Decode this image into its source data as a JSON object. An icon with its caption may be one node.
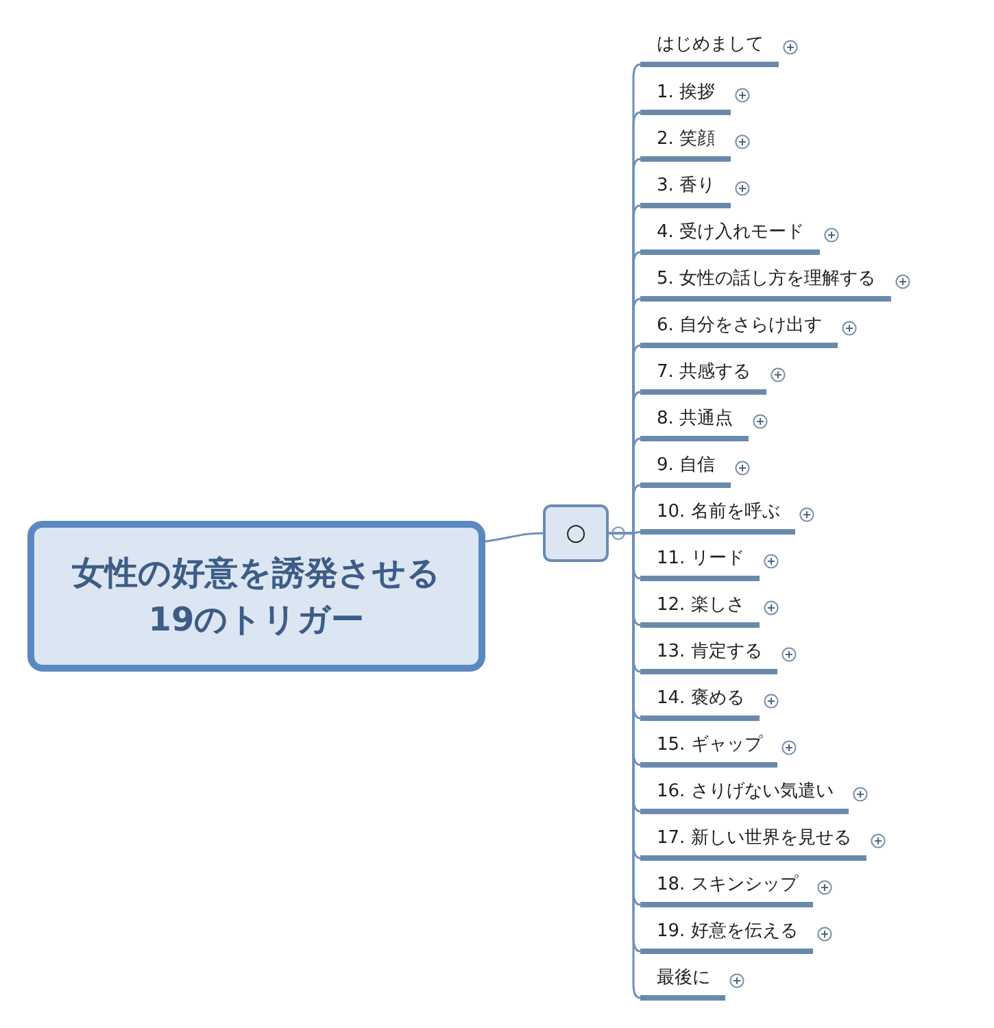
{
  "diagram": {
    "nodes": [
      {
        "text": [
          "女性の好意を誘発させる19のトリガー"
        ]
      },
      {
        "text": [
          "○"
        ]
      },
      {
        "text": [
          "はじめまして"
        ]
      },
      {
        "text": [
          "1. 挨拶"
        ]
      },
      {
        "text": [
          "2. 笑顔"
        ]
      },
      {
        "text": [
          "3. 香り"
        ]
      },
      {
        "text": [
          "4. 受け入れモード"
        ]
      },
      {
        "text": [
          "5. 女性の話し方を理解する"
        ]
      },
      {
        "text": [
          "6. 自分をさらけ出す"
        ]
      },
      {
        "text": [
          "7. 共感する"
        ]
      },
      {
        "text": [
          "8. 共通点"
        ]
      },
      {
        "text": [
          "9. 自信"
        ]
      },
      {
        "text": [
          "10. 名前を呼ぶ"
        ]
      },
      {
        "text": [
          "11. リード"
        ]
      },
      {
        "text": [
          "12. 楽しさ"
        ]
      },
      {
        "text": [
          "13. 肯定する"
        ]
      },
      {
        "text": [
          "14. 褒める"
        ]
      },
      {
        "text": [
          "15. ギャップ"
        ]
      },
      {
        "text": [
          "16. さりげない気遣い"
        ]
      },
      {
        "text": [
          "17. 新しい世界を見せる"
        ]
      },
      {
        "text": [
          "18. スキンシップ"
        ]
      },
      {
        "text": [
          "19. 好意を伝える"
        ]
      },
      {
        "text": [
          "最後に"
        ]
      }
    ],
    "edges": [
      {
        "from": 0,
        "to": 1,
        "arrow": "none"
      },
      {
        "from": 1,
        "to": 2,
        "arrow": "none"
      },
      {
        "from": 1,
        "to": 3,
        "arrow": "none"
      },
      {
        "from": 1,
        "to": 4,
        "arrow": "none"
      },
      {
        "from": 1,
        "to": 5,
        "arrow": "none"
      },
      {
        "from": 1,
        "to": 6,
        "arrow": "none"
      },
      {
        "from": 1,
        "to": 7,
        "arrow": "none"
      },
      {
        "from": 1,
        "to": 8,
        "arrow": "none"
      },
      {
        "from": 1,
        "to": 9,
        "arrow": "none"
      },
      {
        "from": 1,
        "to": 10,
        "arrow": "none"
      },
      {
        "from": 1,
        "to": 11,
        "arrow": "none"
      },
      {
        "from": 1,
        "to": 12,
        "arrow": "none"
      },
      {
        "from": 1,
        "to": 13,
        "arrow": "none"
      },
      {
        "from": 1,
        "to": 14,
        "arrow": "none"
      },
      {
        "from": 1,
        "to": 15,
        "arrow": "none"
      },
      {
        "from": 1,
        "to": 16,
        "arrow": "none"
      },
      {
        "from": 1,
        "to": 17,
        "arrow": "none"
      },
      {
        "from": 1,
        "to": 18,
        "arrow": "none"
      },
      {
        "from": 1,
        "to": 19,
        "arrow": "none"
      },
      {
        "from": 1,
        "to": 20,
        "arrow": "none"
      },
      {
        "from": 1,
        "to": 21,
        "arrow": "none"
      },
      {
        "from": 1,
        "to": 22,
        "arrow": "none"
      }
    ]
  }
}
